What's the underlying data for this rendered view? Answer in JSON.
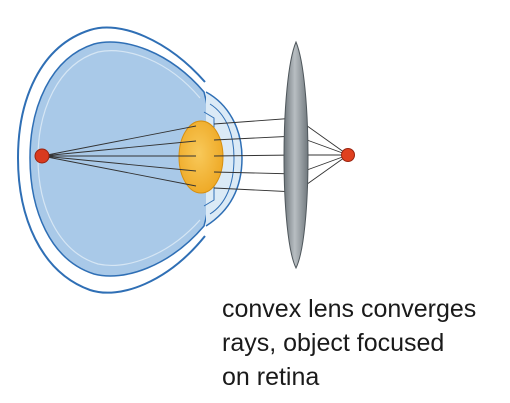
{
  "caption": {
    "lines": [
      "convex lens converges",
      "rays, object focused",
      "on retina"
    ]
  },
  "colors": {
    "eye_fill": "#a9c9e8",
    "eye_outline": "#2f6fb5",
    "crystalline_lens": "#f2b233",
    "focus_point": "#d93a1f",
    "object_point": "#e0401f",
    "convex_lens": "#8f979c",
    "rays": "#333333"
  }
}
